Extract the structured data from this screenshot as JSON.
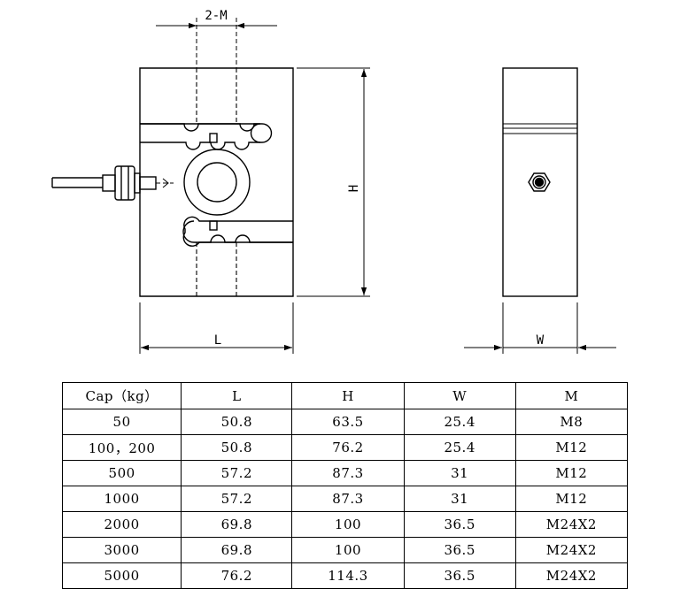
{
  "dimension_labels": {
    "m": "2-M",
    "h": "H",
    "l": "L",
    "w": "W"
  },
  "table": {
    "headers": [
      "Cap（kg）",
      "L",
      "H",
      "W",
      "M"
    ],
    "rows": [
      [
        "50",
        "50.8",
        "63.5",
        "25.4",
        "M8"
      ],
      [
        "100，200",
        "50.8",
        "76.2",
        "25.4",
        "M12"
      ],
      [
        "500",
        "57.2",
        "87.3",
        "31",
        "M12"
      ],
      [
        "1000",
        "57.2",
        "87.3",
        "31",
        "M12"
      ],
      [
        "2000",
        "69.8",
        "100",
        "36.5",
        "M24X2"
      ],
      [
        "3000",
        "69.8",
        "100",
        "36.5",
        "M24X2"
      ],
      [
        "5000",
        "76.2",
        "114.3",
        "36.5",
        "M24X2"
      ]
    ]
  }
}
